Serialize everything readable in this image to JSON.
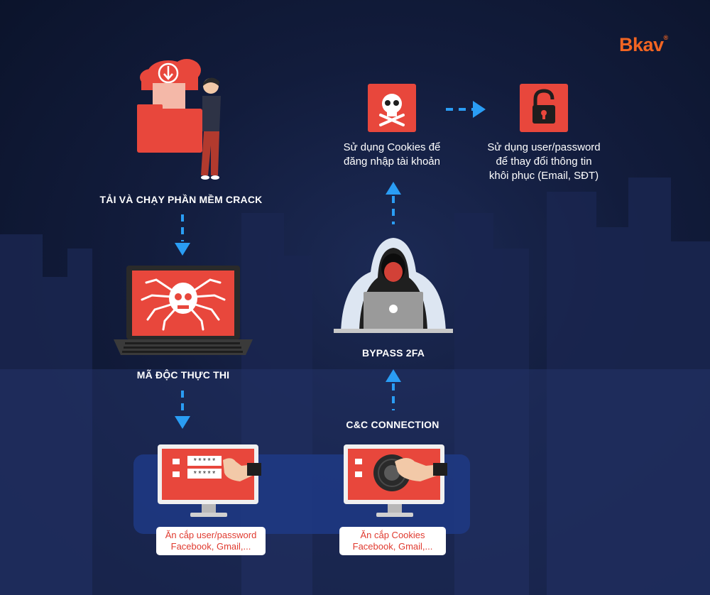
{
  "brand": {
    "logo_text": "Bkav",
    "registered": "®"
  },
  "steps": {
    "download": {
      "label": "TẢI VÀ CHẠY PHẦN MỀM CRACK"
    },
    "execute": {
      "label": "MÃ ĐỘC THỰC THI"
    },
    "steal_password": {
      "line1": "Ăn cắp user/password",
      "line2": "Facebook, Gmail,...",
      "mask1": "*****",
      "mask2": "*****"
    },
    "steal_cookies": {
      "line1": "Ăn cắp Cookies",
      "line2": "Facebook, Gmail,..."
    },
    "cnc": {
      "label": "C&C CONNECTION"
    },
    "bypass": {
      "label": "BYPASS 2FA"
    },
    "use_cookies": {
      "line1": "Sử dụng Cookies để",
      "line2": "đăng nhập tài khoản"
    },
    "change_recovery": {
      "line1": "Sử dụng user/password",
      "line2": "để thay đổi thông tin",
      "line3": "khôi phục (Email, SĐT)"
    }
  },
  "colors": {
    "accent_red": "#e8473c",
    "arrow_blue": "#2a9df4",
    "brand_orange": "#f26522",
    "background": "#121c3c"
  }
}
